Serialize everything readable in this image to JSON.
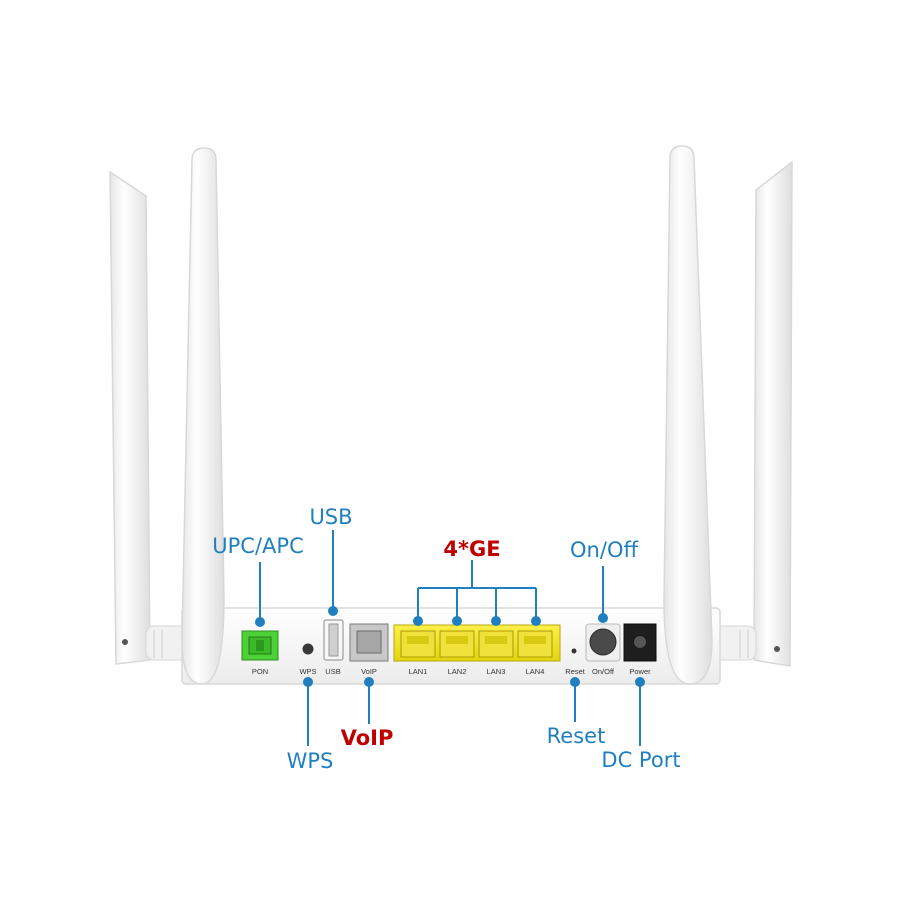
{
  "ports": {
    "pon": "PON",
    "wps": "WPS",
    "usb": "USB",
    "voip": "VoIP",
    "lan1": "LAN1",
    "lan2": "LAN2",
    "lan3": "LAN3",
    "lan4": "LAN4",
    "reset": "Reset",
    "onoff": "On/Off",
    "power": "Power"
  },
  "callouts": {
    "upc_apc": "UPC/APC",
    "usb": "USB",
    "four_ge": "4*GE",
    "on_off": "On/Off",
    "wps": "WPS",
    "voip": "VoIP",
    "reset": "Reset",
    "dc_port": "DC Port"
  },
  "colors": {
    "callout_blue": "#1f7fc0",
    "callout_red": "#c00000",
    "pon_green": "#4cd137",
    "lan_yellow": "#f2e41a",
    "body_white": "#f4f4f4"
  }
}
